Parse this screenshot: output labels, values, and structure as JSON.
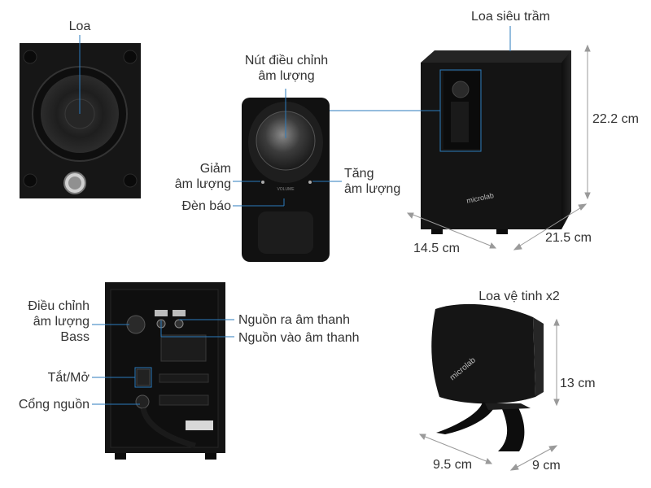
{
  "colors": {
    "callout_line": "#2b7bbd",
    "dimension_line": "#9a9a9a",
    "label_text": "#333333",
    "speaker_body": "#151515"
  },
  "labels": {
    "loa": "Loa",
    "nut_dieu_chinh_1": "Nút điều chỉnh",
    "nut_dieu_chinh_2": "âm lượng",
    "giam_1": "Giảm",
    "giam_2": "âm lượng",
    "tang_1": "Tăng",
    "tang_2": "âm lượng",
    "den_bao": "Đèn báo",
    "loa_sieu_tram": "Loa siêu trầm",
    "dieu_chinh_bass_1": "Điều chỉnh",
    "dieu_chinh_bass_2": "âm lượng",
    "dieu_chinh_bass_3": "Bass",
    "tat_mo": "Tắt/Mở",
    "cong_nguon": "Cổng nguồn",
    "nguon_ra": "Nguồn ra âm thanh",
    "nguon_vao": "Nguồn vào âm thanh",
    "loa_ve_tinh": "Loa vệ tinh x2"
  },
  "dimensions": {
    "subwoofer_height": "22.2 cm",
    "subwoofer_width": "14.5 cm",
    "subwoofer_depth": "21.5 cm",
    "satellite_height": "13 cm",
    "satellite_width": "9.5 cm",
    "satellite_depth": "9 cm"
  },
  "product_text": {
    "knob_text": "VOLUME",
    "brand": "microlab"
  }
}
